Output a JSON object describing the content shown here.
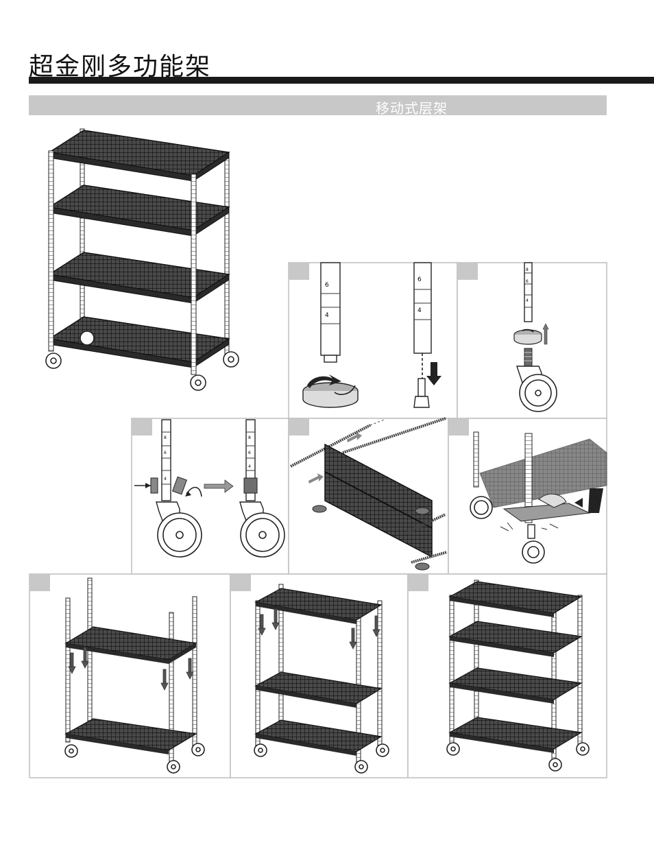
{
  "page_title": "超金刚多功能架",
  "section_title": "移动式层架",
  "pole_labels": {
    "top": "6",
    "bottom": "4",
    "small_a": "8",
    "small_b": "6",
    "small_c": "4"
  },
  "steps": [
    {
      "panel": "twist-off-leveling-foot"
    },
    {
      "panel": "attach-caster"
    },
    {
      "panel": "insert-caster-stem"
    },
    {
      "panel": "attach-side-panel"
    },
    {
      "panel": "lock-shelf-corner"
    },
    {
      "panel": "assemble-two-shelves"
    },
    {
      "panel": "assemble-three-shelves"
    },
    {
      "panel": "finished-four-shelves"
    }
  ]
}
